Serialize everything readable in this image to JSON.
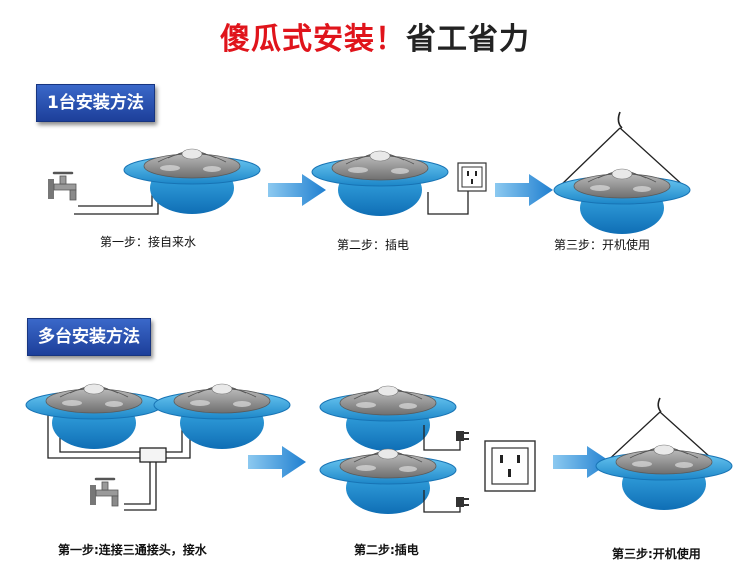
{
  "title": {
    "highlight": "傻瓜式安装！",
    "rest": "省工省力"
  },
  "single": {
    "heading": "1台安装方法",
    "step1": "第一步：接自来水",
    "step2": "第二步：插电",
    "step3": "第三步：开机使用"
  },
  "multi": {
    "heading": "多台安装方法",
    "step1": "第一步:连接三通接头，接水",
    "step2": "第二步:插电",
    "step3": "第三步:开机使用"
  },
  "colors": {
    "title_red": "#e0141b",
    "badge_blue": "#2a52b8",
    "device_blue": "#1e8fd0",
    "arrow_blue": "#2a8fdb"
  }
}
